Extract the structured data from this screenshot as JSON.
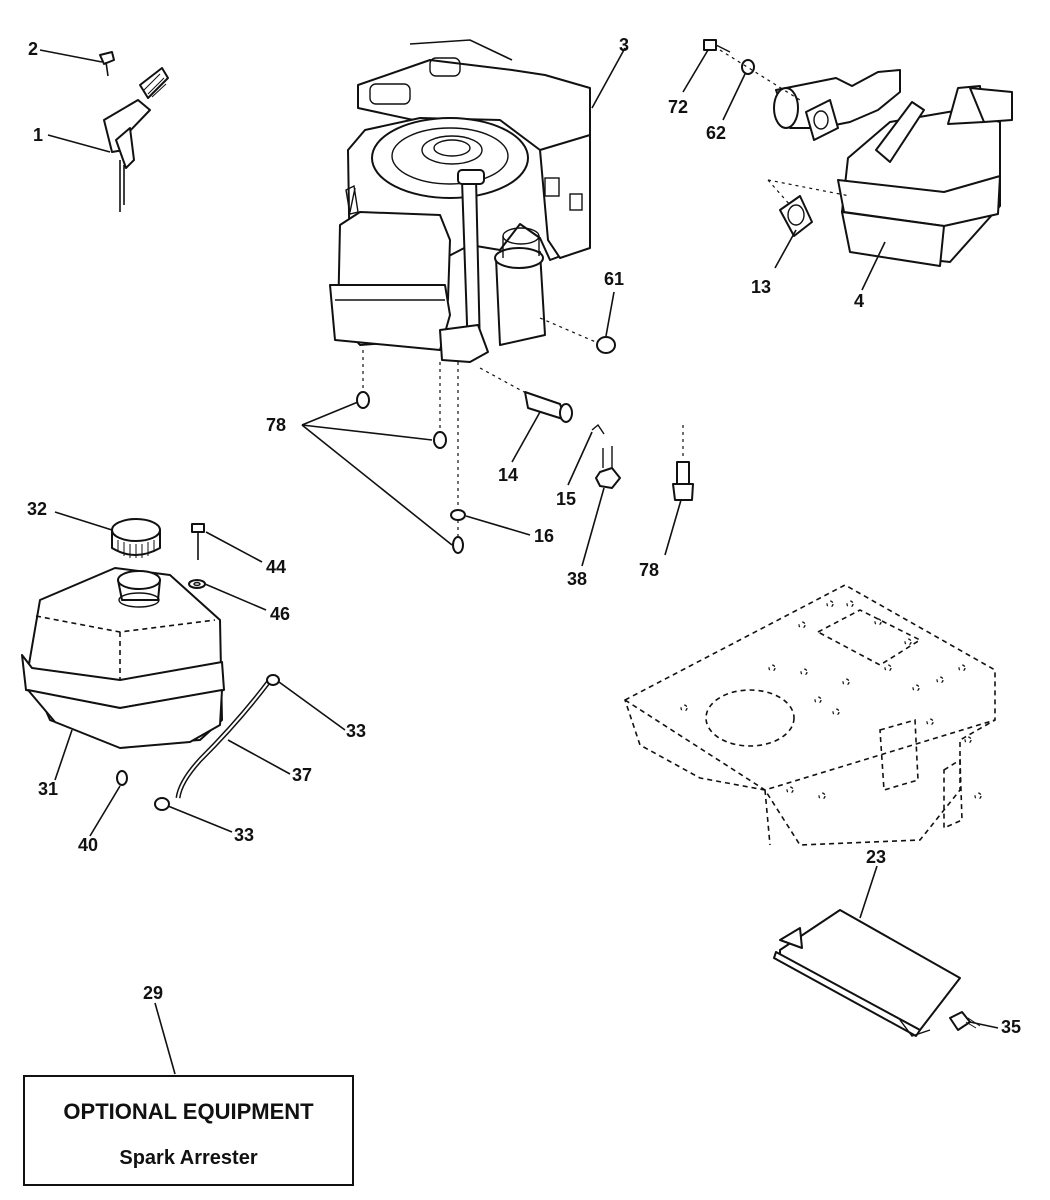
{
  "callouts": {
    "c1": "1",
    "c2": "2",
    "c3": "3",
    "c4": "4",
    "c13": "13",
    "c14": "14",
    "c15": "15",
    "c16": "16",
    "c23": "23",
    "c29": "29",
    "c31": "31",
    "c32": "32",
    "c33a": "33",
    "c33b": "33",
    "c35": "35",
    "c37": "37",
    "c38": "38",
    "c40": "40",
    "c44": "44",
    "c46": "46",
    "c61": "61",
    "c62": "62",
    "c72": "72",
    "c78a": "78",
    "c78b": "78"
  },
  "optional_box": {
    "title": "OPTIONAL EQUIPMENT",
    "subtitle": "Spark Arrester"
  }
}
